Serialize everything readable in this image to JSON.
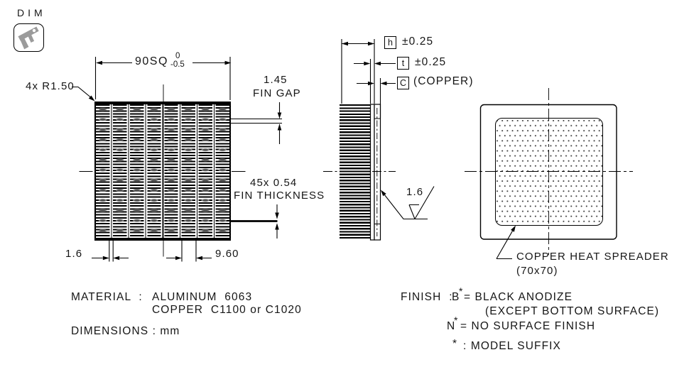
{
  "badge": {
    "label": "DIM"
  },
  "colors": {
    "line": "#000000",
    "icon_gray": "#9b9b9b",
    "background": "#ffffff"
  },
  "front_view": {
    "dim_width": {
      "text": "90SQ",
      "tol_upper": "0",
      "tol_lower": "-0.5"
    },
    "corner_radius": "4x R1.50",
    "fin_gap": {
      "value": "1.45",
      "label": "FIN GAP"
    },
    "fin_thickness": {
      "value": "45x 0.54",
      "label": "FIN THICKNESS"
    },
    "dim_left": "1.6",
    "dim_pitch": "9.60"
  },
  "side_view": {
    "h": {
      "symbol": "h",
      "tol": "±0.25"
    },
    "t": {
      "symbol": "t",
      "tol": "±0.25"
    },
    "c": {
      "symbol": "C",
      "note": "(COPPER)"
    },
    "surface_roughness": "1.6"
  },
  "bottom_view": {
    "callout_line1": "COPPER HEAT SPREADER",
    "callout_line2": "(70x70)"
  },
  "notes": {
    "material_label": "MATERIAL  :",
    "material_value1": "ALUMINUM  6063",
    "material_value2": "COPPER  C1100 or C1020",
    "dimensions_label": "DIMENSIONS : mm",
    "finish_label": "FINISH  :",
    "finish_b": {
      "code": "B",
      "star": "*",
      "desc": "= BLACK ANODIZE",
      "desc2": "(EXCEPT BOTTOM SURFACE)"
    },
    "finish_n": {
      "code": "N",
      "star": "*",
      "desc": "= NO SURFACE FINISH"
    },
    "finish_star": {
      "code": "*",
      "desc": ": MODEL SUFFIX"
    }
  }
}
